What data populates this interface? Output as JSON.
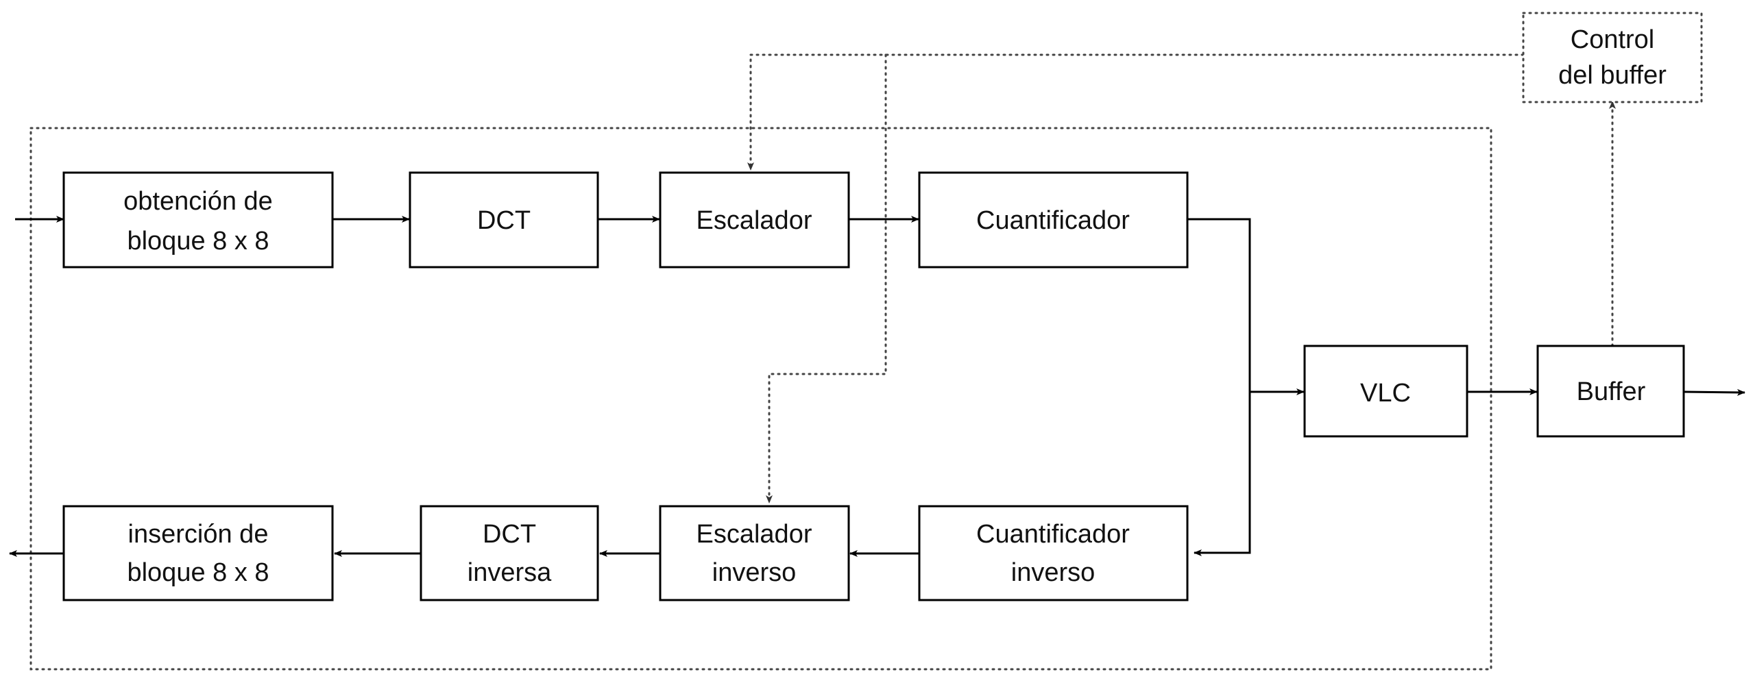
{
  "blocks": {
    "obtencion": [
      "obtención de",
      "bloque 8 x 8"
    ],
    "dct": [
      "DCT"
    ],
    "escalador": [
      "Escalador"
    ],
    "cuantificador": [
      "Cuantificador"
    ],
    "vlc": [
      "VLC"
    ],
    "buffer": [
      "Buffer"
    ],
    "control_buffer": [
      "Control",
      "del buffer"
    ],
    "cuantificador_inverso": [
      "Cuantificador",
      "inverso"
    ],
    "escalador_inverso": [
      "Escalador",
      "inverso"
    ],
    "dct_inversa": [
      "DCT",
      "inversa"
    ],
    "insercion": [
      "inserción de",
      "bloque 8 x 8"
    ]
  }
}
